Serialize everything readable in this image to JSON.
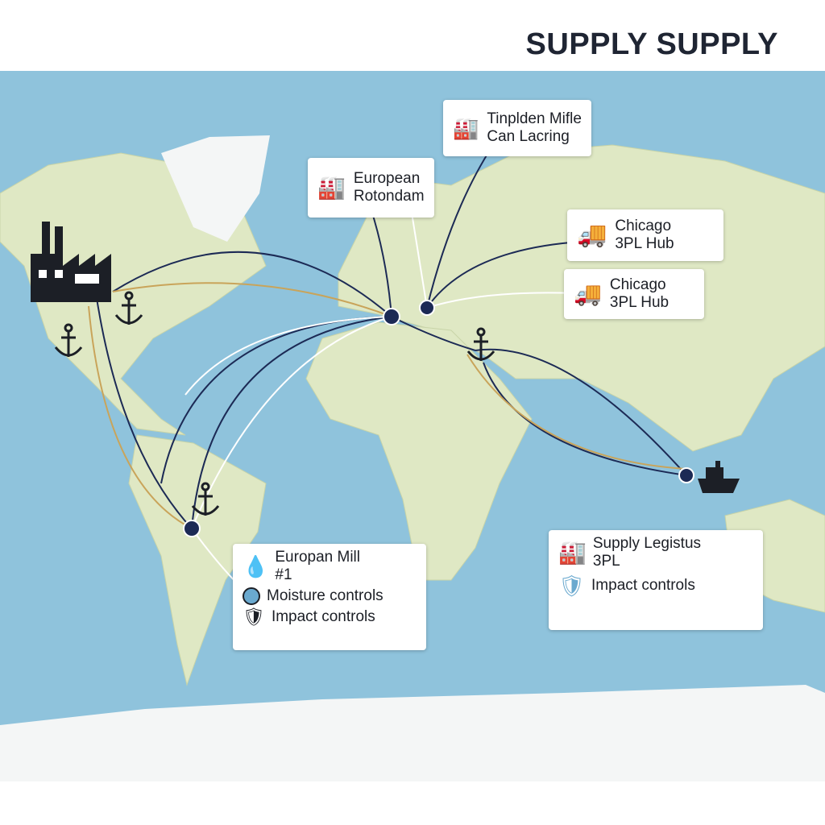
{
  "title": "SUPPLY SUPPLY",
  "labels": {
    "tinplate": {
      "line1": "Tinplden Mifle",
      "line2": "Can Lacring"
    },
    "rotterdam": {
      "line1": "European",
      "line2": "Rotondam"
    },
    "chicago1": {
      "line1": "Chicago",
      "line2": "3PL Hub"
    },
    "chicago2": {
      "line1": "Chicago",
      "line2": "3PL Hub"
    },
    "mill": {
      "line1": "Europan Mill",
      "line2": "#1",
      "moisture": "Moisture controls",
      "impact": "Impact controls"
    },
    "logistics": {
      "line1": "Supply Legistus",
      "line2": "3PL",
      "impact": "Impact controls"
    }
  },
  "colors": {
    "ocean": "#8fc3dc",
    "land": "#dfe8c4",
    "ice": "#f4f6f6",
    "route_dark": "#1c2a55",
    "route_light": "#ffffff",
    "route_gold": "#c9a45a",
    "accent": "#6aa9cf"
  }
}
